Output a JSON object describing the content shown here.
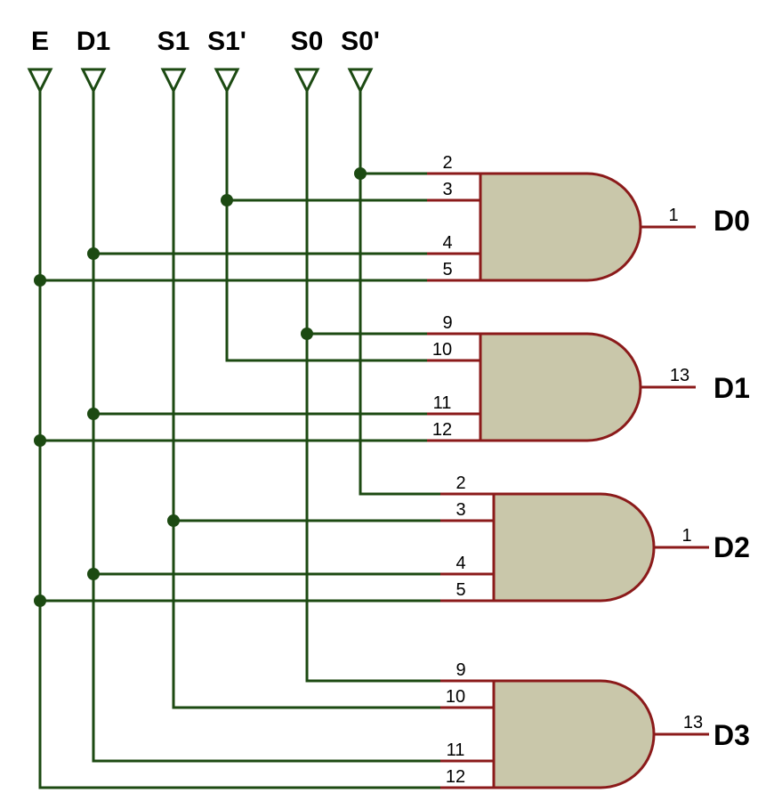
{
  "inputs": [
    {
      "label": "E"
    },
    {
      "label": "D1"
    },
    {
      "label": "S1"
    },
    {
      "label": "S1'"
    },
    {
      "label": "S0"
    },
    {
      "label": "S0'"
    }
  ],
  "gates": [
    {
      "pins": [
        "2",
        "3",
        "4",
        "5"
      ],
      "out_pin": "1",
      "output": "D0"
    },
    {
      "pins": [
        "9",
        "10",
        "11",
        "12"
      ],
      "out_pin": "13",
      "output": "D1"
    },
    {
      "pins": [
        "2",
        "3",
        "4",
        "5"
      ],
      "out_pin": "1",
      "output": "D2"
    },
    {
      "pins": [
        "9",
        "10",
        "11",
        "12"
      ],
      "out_pin": "13",
      "output": "D3"
    }
  ],
  "colors": {
    "wire": "#1c4a12",
    "gate_fill": "#c9c7aa",
    "gate_border": "#8b1a1a"
  }
}
